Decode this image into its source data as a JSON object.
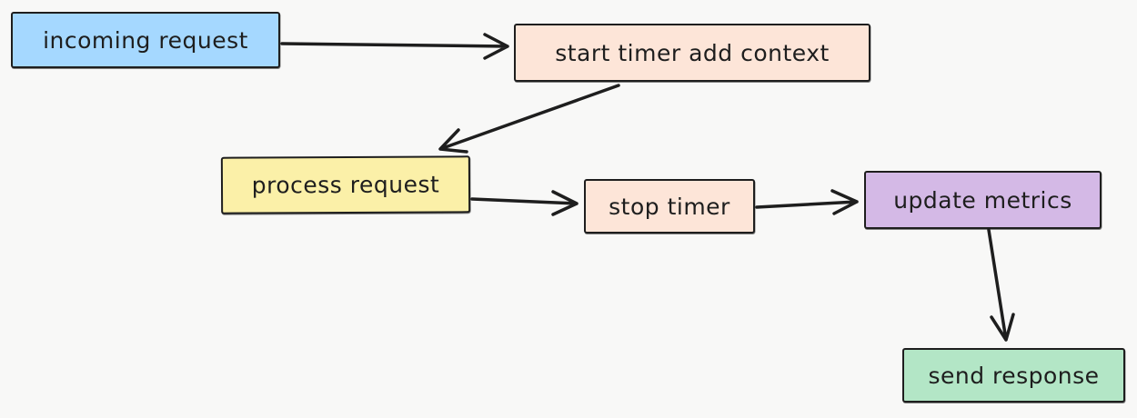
{
  "diagram": {
    "background_color": "#f8f8f7",
    "stroke_color": "#1e1e1e",
    "nodes": [
      {
        "id": "incoming-request",
        "label": "incoming request",
        "fill": "#a5d8ff"
      },
      {
        "id": "start-timer-add-context",
        "label": "start timer add context",
        "fill": "#fde5d8"
      },
      {
        "id": "process-request",
        "label": "process request",
        "fill": "#fbf0a8"
      },
      {
        "id": "stop-timer",
        "label": "stop timer",
        "fill": "#fde5d8"
      },
      {
        "id": "update-metrics",
        "label": "update metrics",
        "fill": "#d4b9e6"
      },
      {
        "id": "send-response",
        "label": "send response",
        "fill": "#b3e6c6"
      }
    ],
    "edges": [
      {
        "from": "incoming-request",
        "to": "start-timer-add-context"
      },
      {
        "from": "start-timer-add-context",
        "to": "process-request"
      },
      {
        "from": "process-request",
        "to": "stop-timer"
      },
      {
        "from": "stop-timer",
        "to": "update-metrics"
      },
      {
        "from": "update-metrics",
        "to": "send-response"
      }
    ]
  }
}
